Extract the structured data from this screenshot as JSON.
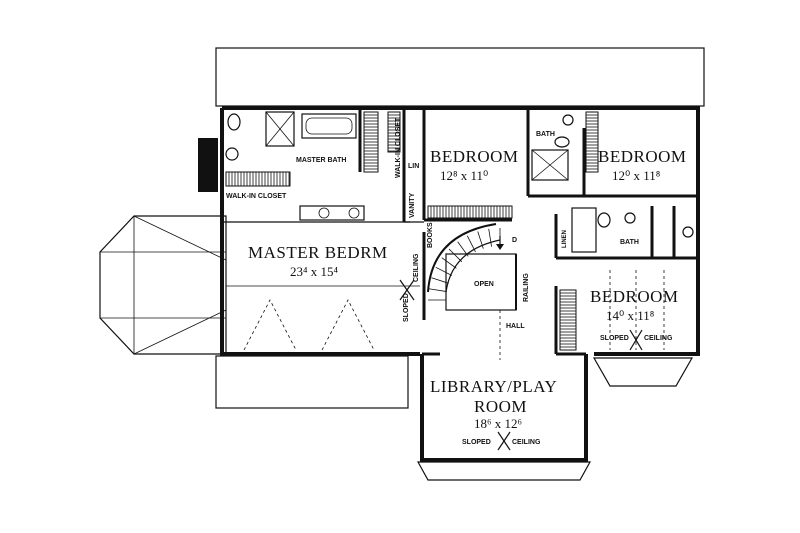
{
  "rooms": {
    "master_bedroom": {
      "name": "MASTER BEDRM",
      "dim": "23⁴ x 15⁴"
    },
    "bedroom_1": {
      "name": "BEDROOM",
      "dim": "12⁸ x 11⁰"
    },
    "bedroom_2": {
      "name": "BEDROOM",
      "dim": "12⁰ x 11⁸"
    },
    "bedroom_3": {
      "name": "BEDROOM",
      "dim": "14⁰ x 11⁸"
    },
    "library_line1": "LIBRARY/PLAY",
    "library_line2": "ROOM",
    "library_dim": "18⁶ x 12⁶"
  },
  "labels": {
    "master_bath": "MASTER BATH",
    "walk_in_closet_1": "WALK-IN CLOSET",
    "walk_in_closet_2": "WALK-IN CLOSET",
    "lin_1": "LIN",
    "lin_2": "LINEN",
    "vanity": "VANITY",
    "books": "BOOKS",
    "bath_1": "BATH",
    "bath_2": "BATH",
    "open": "OPEN",
    "railing": "RAILING",
    "hall": "HALL",
    "sloped_master": "SLOPED",
    "ceiling_master": "CEILING",
    "sloped_bedroom": "SLOPED",
    "ceiling_bedroom": "CEILING",
    "sloped_library": "SLOPED",
    "ceiling_library": "CEILING",
    "stair_d": "D"
  }
}
